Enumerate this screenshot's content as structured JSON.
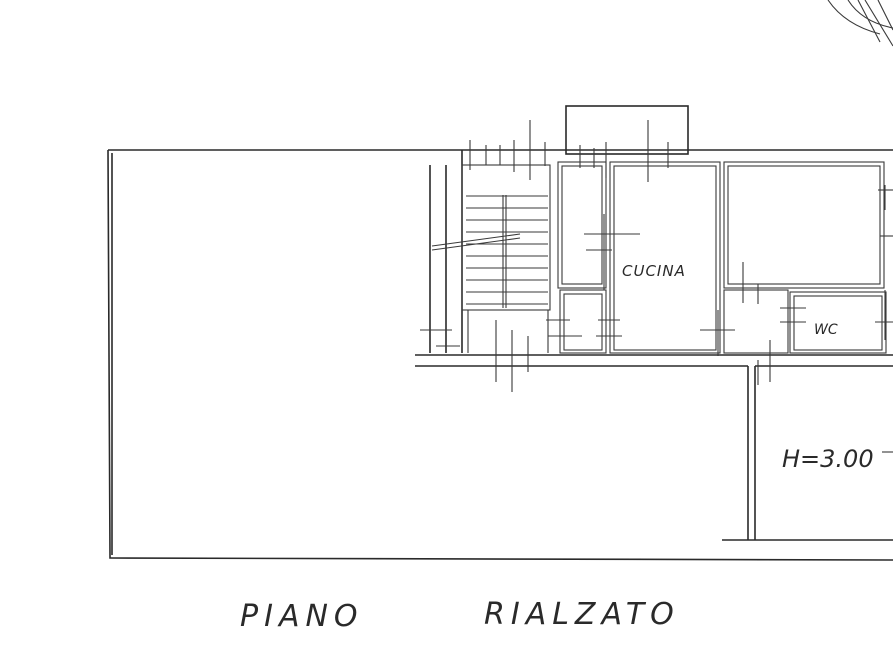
{
  "rooms": {
    "kitchen": "CUCINA",
    "wc": "WC"
  },
  "height_note": "H=3.00",
  "floor_title": {
    "word1": "PIANO",
    "word2": "RIALZATO"
  },
  "line_color": "#2a2a2a",
  "icons": {
    "compass": "compass-rose-fragment-icon",
    "stairs": "stair-flight-icon"
  }
}
